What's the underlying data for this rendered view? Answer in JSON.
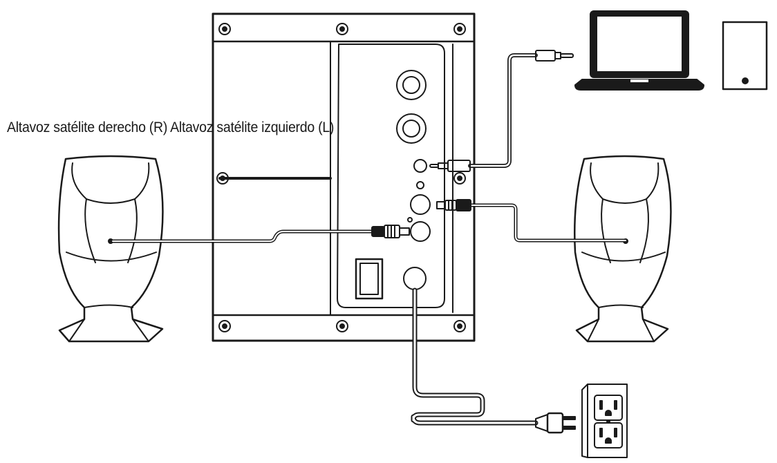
{
  "caption": "Altavoz satélite derecho (R) Altavoz satélite izquierdo (L)",
  "colors": {
    "ink": "#1a1a1a",
    "cable_fill": "#ffffff",
    "background": "#ffffff"
  },
  "components": {
    "subwoofer": "subwoofer-rear-panel",
    "right_speaker": "satellite-speaker-right",
    "left_speaker": "satellite-speaker-left",
    "laptop": "laptop-icon",
    "tower": "desktop-tower-icon",
    "outlet": "wall-outlet-icon",
    "plug": "power-plug-icon"
  }
}
